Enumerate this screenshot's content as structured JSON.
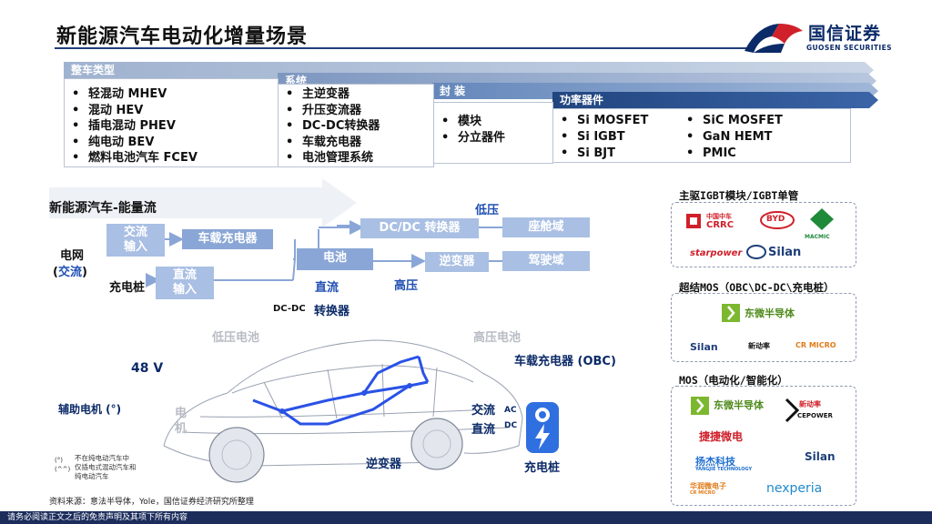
{
  "header": {
    "title": "新能源汽车电动化增量场景",
    "logo_cn": "国信证券",
    "logo_en": "GUOSEN SECURITIES"
  },
  "categories": {
    "vehicle": {
      "label": "整车类型",
      "items": [
        "轻混动 MHEV",
        "混动 HEV",
        "插电混动 PHEV",
        "纯电动 BEV",
        "燃料电池汽车 FCEV"
      ]
    },
    "system": {
      "label": "系统",
      "items": [
        "主逆变器",
        "升压变流器",
        "DC-DC转换器",
        "车载充电器",
        "电池管理系统"
      ]
    },
    "package": {
      "label": "封 装",
      "items": [
        "模块",
        "分立器件"
      ]
    },
    "power": {
      "label": "功率器件",
      "items_left": [
        "Si MOSFET",
        "Si IGBT",
        "Si BJT"
      ],
      "items_right": [
        "SiC MOSFET",
        "GaN HEMT",
        "PMIC"
      ]
    }
  },
  "flow": {
    "title": "新能源汽车-能量流",
    "grid": "电网",
    "grid_ac_open": "(",
    "grid_ac": "交流",
    "grid_ac_close": ")",
    "charging_pile": "充电桩",
    "ac_in": "交流\n输入",
    "dc_in": "直流\n输入",
    "obc": "车载充电器",
    "battery": "电池",
    "dc": "直流",
    "high_voltage": "高压",
    "low_voltage": "低压",
    "dcdc": "DC/DC 转换器",
    "inverter_box": "逆变器",
    "cabin": "座舱域",
    "drive": "驾驶域"
  },
  "car": {
    "dcdc_label_a": "DC-DC",
    "dcdc_label_b": "转换器",
    "low_battery": "低压电池",
    "high_battery": "高压电池",
    "obc": "车载充电器 (OBC)",
    "v48": "48 V",
    "aux_motor": "辅助电机 (°)",
    "motor": "电\n机",
    "ac": "交流",
    "ac_tag": "AC",
    "dc": "直流",
    "dc_tag": "DC",
    "inverter": "逆变器",
    "charger": "充电桩",
    "note_mark1": "(°)",
    "note_mark2": "(^^)",
    "note": "不在纯电动汽车中\n仅插电式混动汽车和\n纯电动汽车"
  },
  "right_panel": {
    "section1_title": "主驱IGBT模块/IGBT单管",
    "section1_logos": [
      "中国中车",
      "CRRC",
      "BYD",
      "MACMIC",
      "starpower",
      "Silan"
    ],
    "section2_title": "超结MOS（OBC\\DC-DC\\充电桩）",
    "section2_logos": [
      "东微半导体",
      "Silan",
      "新动率",
      "CR MICRO"
    ],
    "section3_title": "MOS（电动化/智能化）",
    "section3_logos": [
      "东微半导体",
      "新动率",
      "CEPOWER",
      "捷捷微电",
      "扬杰科技",
      "YANGJIE TECHNOLOGY",
      "Silan",
      "华润微电子",
      "CR MICRO",
      "nexperia"
    ]
  },
  "footer": {
    "source": "资料来源：意法半导体，Yole，国信证券经济研究所整理",
    "disclaimer": "请务必阅读正文之后的免责声明及其项下所有内容"
  },
  "colors": {
    "navy": "#1c2d5c",
    "flow_box": "#8aa6d6",
    "accent_blue": "#1f4fb2",
    "wire_blue": "#2a52e6"
  }
}
